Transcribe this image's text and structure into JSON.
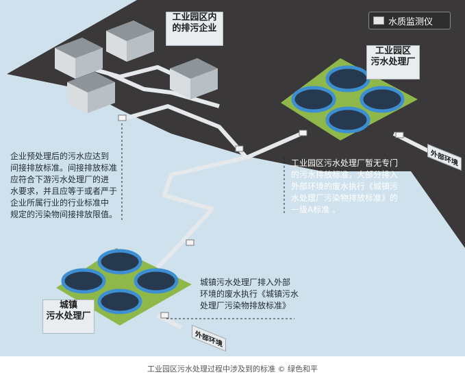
{
  "legend": {
    "label": "水质监测仪",
    "icon": "water-quality-monitor-icon"
  },
  "signs": {
    "enterprises": [
      "工业园区内",
      "的排污企业"
    ],
    "park_plant": [
      "工业园区",
      "污水处理厂"
    ],
    "town_plant": [
      "城镇",
      "污水处理厂"
    ],
    "outside_env": "外部环境"
  },
  "notes": {
    "enterprise": [
      "企业预处理后的污水应达到",
      "间接排放标准。间接排放标准",
      "应符合下游污水处理厂的进",
      "水要求，并且应等于或者严于",
      "企业所属行业的行业标准中",
      "规定的污染物间接排放限值。"
    ],
    "park": [
      "工业园区污水处理厂暂无专门",
      "的污水排放标准，大部分排入",
      "外部环境的废水执行《城镇污",
      "水处理厂污染物排放标准》的",
      "一级A标准 。"
    ],
    "town": [
      "城镇污水处理厂排入外部",
      "环境的废水执行《城镇污水",
      "处理厂污染物排放标准》"
    ]
  },
  "caption": "工业园区污水处理过程中涉及到的标准 © 绿色和平",
  "colors": {
    "ground": "#3a3838",
    "water_bg": "#cfe1ec",
    "pipe": "#e6e9eb",
    "lawn": "#8fb84a",
    "tank_water": "#27394f",
    "tank_ring": "#3d8fd1"
  }
}
